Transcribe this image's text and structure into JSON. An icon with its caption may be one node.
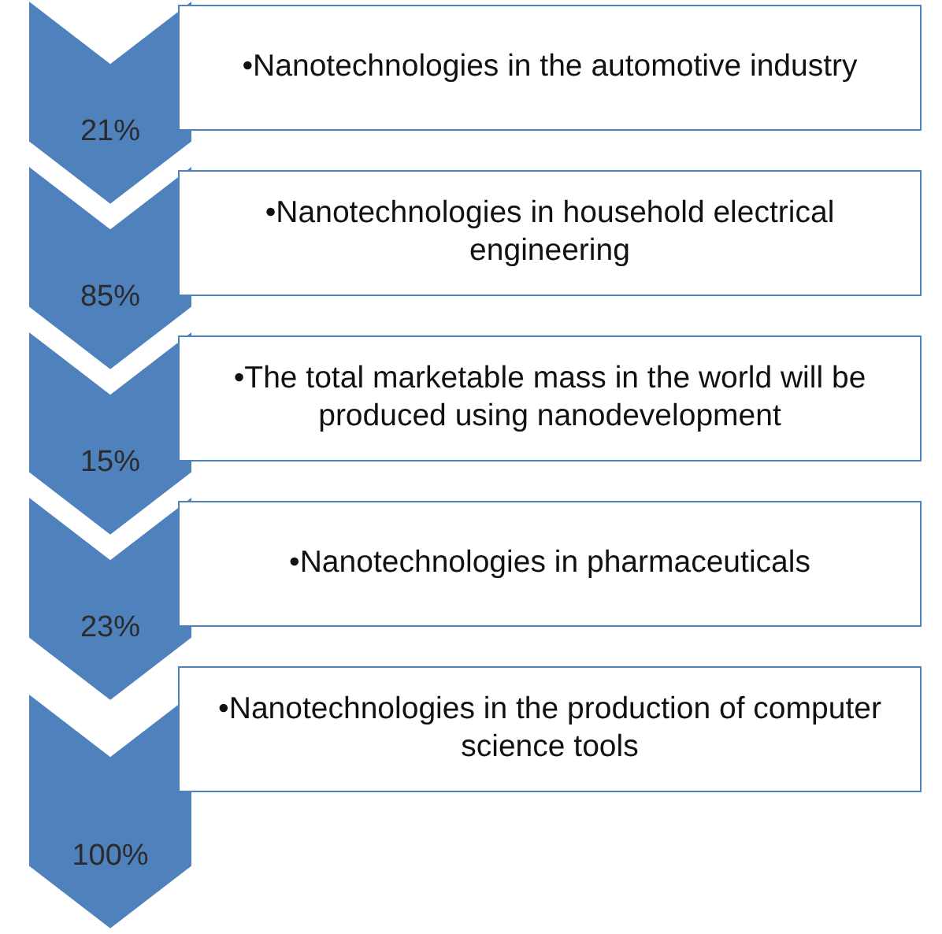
{
  "diagram": {
    "nodes": [
      {
        "text": [
          "21%"
        ]
      },
      {
        "text": [
          "•Nanotechnologies in the automotive industry"
        ]
      },
      {
        "text": [
          "85%"
        ]
      },
      {
        "text": [
          "•Nanotechnologies in household electrical engineering"
        ]
      },
      {
        "text": [
          "15%"
        ]
      },
      {
        "text": [
          "•The total marketable mass in the world will be produced using nanodevelopment"
        ]
      },
      {
        "text": [
          "23%"
        ]
      },
      {
        "text": [
          "•Nanotechnologies in pharmaceuticals"
        ]
      },
      {
        "text": [
          "100%"
        ]
      },
      {
        "text": [
          "•Nanotechnologies in the production of computer science tools"
        ]
      }
    ]
  }
}
